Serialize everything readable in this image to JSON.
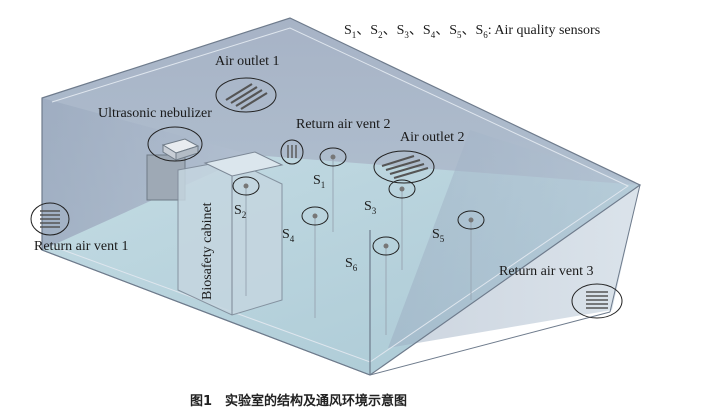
{
  "legend": {
    "sensor_ids": [
      "1",
      "2",
      "3",
      "4",
      "5",
      "6"
    ],
    "sensor_prefix": "S",
    "separator": "、",
    "suffix": ": Air quality sensors"
  },
  "labels": {
    "air_outlet_1": "Air outlet 1",
    "air_outlet_2": "Air outlet 2",
    "ultrasonic_nebulizer": "Ultrasonic nebulizer",
    "return_air_vent_1": "Return air vent 1",
    "return_air_vent_2": "Return air vent 2",
    "return_air_vent_3": "Return air vent 3",
    "biosafety_cabinet": "Biosafety cabinet"
  },
  "sensors": [
    {
      "prefix": "S",
      "id": "1"
    },
    {
      "prefix": "S",
      "id": "2"
    },
    {
      "prefix": "S",
      "id": "3"
    },
    {
      "prefix": "S",
      "id": "4"
    },
    {
      "prefix": "S",
      "id": "5"
    },
    {
      "prefix": "S",
      "id": "6"
    }
  ],
  "caption": "图1　实验室的结构及通风环境示意图",
  "colors": {
    "wall": "#a9b6c8",
    "wall_dark": "#8f9db3",
    "floor": "#b9d4de",
    "edge": "#6e7b8c"
  }
}
